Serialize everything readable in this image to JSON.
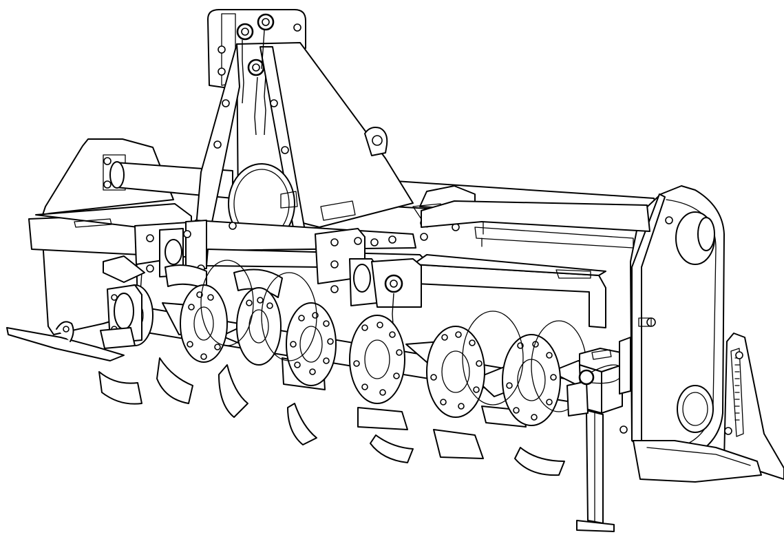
{
  "figure": {
    "line_color": "#000000",
    "background": "#ffffff",
    "parts": [
      "three-point-hitch",
      "main-frame",
      "side-gearbox-cover",
      "rotor-shaft",
      "tines",
      "flanges",
      "parking-stand",
      "side-skid",
      "linkage-pins"
    ]
  }
}
